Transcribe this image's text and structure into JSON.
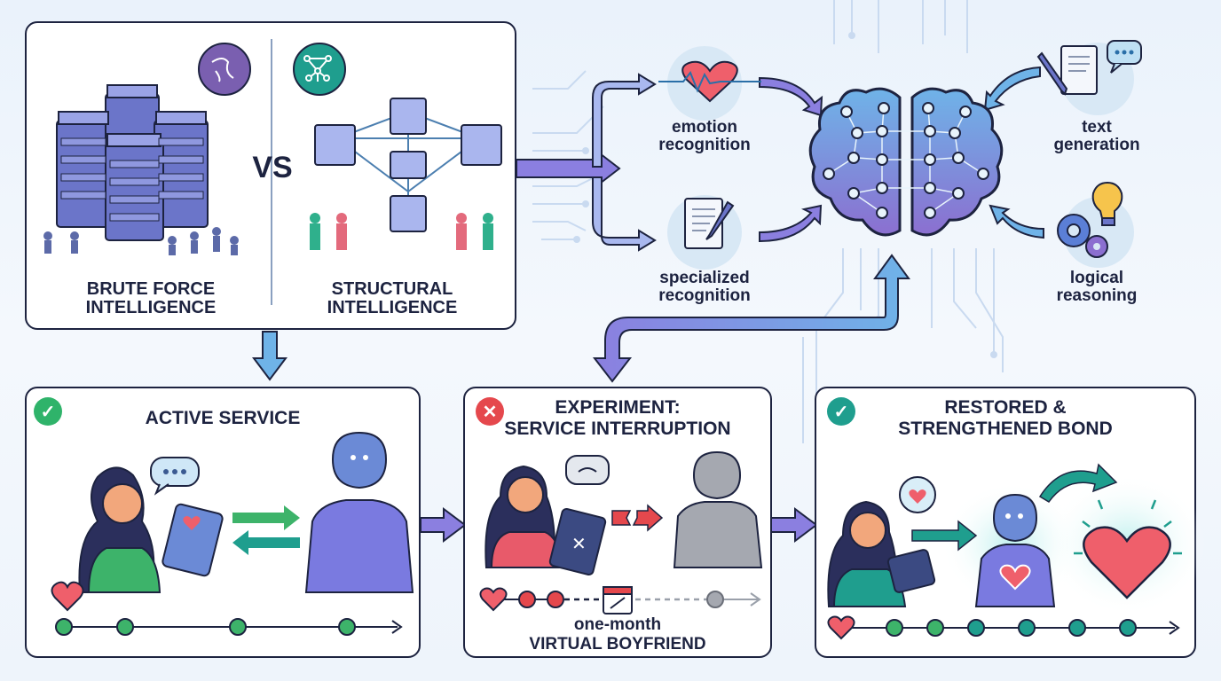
{
  "top_panel": {
    "left": {
      "label_line1": "BRUTE FORCE",
      "label_line2": "INTELLIGENCE",
      "icon": "scribble-chaos-icon"
    },
    "vs_label": "VS",
    "right": {
      "label_line1": "STRUCTURAL",
      "label_line2": "INTELLIGENCE",
      "icon": "network-graph-icon"
    }
  },
  "capabilities": [
    {
      "line1": "emotion",
      "line2": "recognition",
      "icon": "heartbeat-icon"
    },
    {
      "line1": "specialized",
      "line2": "recognition",
      "icon": "document-pen-icon"
    },
    {
      "line1": "text",
      "line2": "generation",
      "icon": "document-chat-icon"
    },
    {
      "line1": "logical",
      "line2": "reasoning",
      "icon": "gears-lightbulb-icon"
    }
  ],
  "stages": [
    {
      "status": "check",
      "title_line1": "ACTIVE SERVICE",
      "title_line2": "",
      "timeline_nodes": 4,
      "color": "#2fb36a"
    },
    {
      "status": "cross",
      "title_line1": "EXPERIMENT:",
      "title_line2": "SERVICE INTERRUPTION",
      "caption_line1": "one-month",
      "caption_line2": "VIRTUAL BOYFRIEND",
      "color": "#e5484d"
    },
    {
      "status": "check",
      "title_line1": "RESTORED &",
      "title_line2": "STRENGTHENED BOND",
      "timeline_nodes": 6,
      "color": "#1f9e8e"
    }
  ],
  "colors": {
    "ink": "#1d2340",
    "purple": "#8b7fe0",
    "blue": "#6fb3e8",
    "green": "#2fb36a",
    "teal": "#1f9e8e",
    "red": "#e5484d"
  }
}
